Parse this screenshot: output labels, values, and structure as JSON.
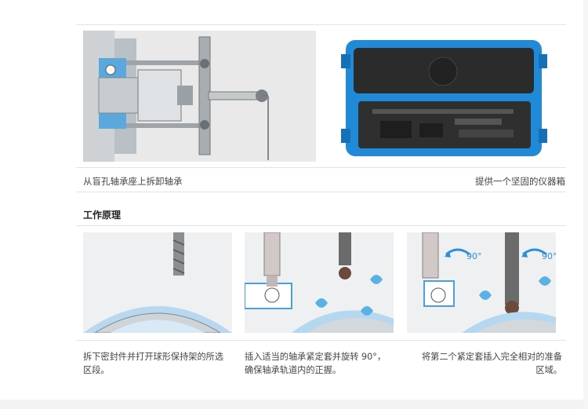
{
  "top_row": {
    "left_caption": "从盲孔轴承座上拆卸轴承",
    "right_caption": "提供一个坚固的仪器箱"
  },
  "section": {
    "title": "工作原理"
  },
  "steps": [
    {
      "text": "拆下密封件并打开球形保持架的所选区段。"
    },
    {
      "text": "插入适当的轴承紧定套并旋转 90°，确保轴承轨道内的正握。",
      "angle_label": ""
    },
    {
      "text": "将第二个紧定套插入完全相对的准备区域。",
      "angle_label": "90°",
      "angle_label_2": "90°"
    }
  ],
  "colors": {
    "accent_blue": "#2c8fd6",
    "case_blue": "#1f8ad8",
    "bearing_blue": "#6fb6e6"
  }
}
